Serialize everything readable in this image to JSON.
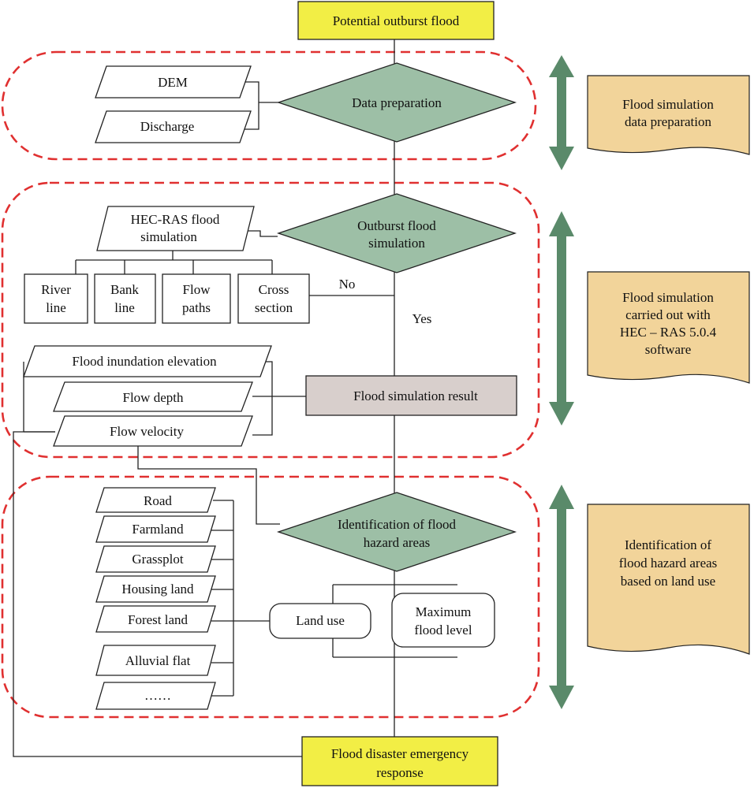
{
  "colors": {
    "terminal_fill": "#f2ee45",
    "decision_fill": "#9dbfa6",
    "result_fill": "#d8cfcc",
    "note_fill": "#f2d49a",
    "arrow_color": "#5a8a6a",
    "group_border": "#e03030"
  },
  "start": {
    "label": "Potential outburst flood"
  },
  "end": {
    "lines": [
      "Flood disaster emergency",
      "response"
    ]
  },
  "stage1": {
    "decision": {
      "lines": [
        "Data preparation"
      ]
    },
    "inputs": [
      "DEM",
      "Discharge"
    ],
    "note": {
      "lines": [
        "Flood simulation",
        "data preparation"
      ]
    }
  },
  "stage2": {
    "tool": {
      "lines": [
        "HEC-RAS flood",
        "simulation"
      ]
    },
    "decision": {
      "lines": [
        "Outburst flood",
        "simulation"
      ]
    },
    "features": [
      {
        "lines": [
          "River",
          "line"
        ]
      },
      {
        "lines": [
          "Bank",
          "line"
        ]
      },
      {
        "lines": [
          "Flow",
          "paths"
        ]
      },
      {
        "lines": [
          "Cross",
          "section"
        ]
      }
    ],
    "no_label": "No",
    "yes_label": "Yes",
    "outputs": [
      "Flood inundation elevation",
      "Flow depth",
      "Flow velocity"
    ],
    "result": {
      "label": "Flood simulation result"
    },
    "note": {
      "lines": [
        "Flood simulation",
        "carried out with",
        "HEC – RAS 5.0.4",
        "software"
      ]
    }
  },
  "stage3": {
    "decision": {
      "lines": [
        "Identification of flood",
        "hazard areas"
      ]
    },
    "land_types": [
      "Road",
      "Farmland",
      "Grassplot",
      "Housing land",
      "Forest land",
      "Alluvial flat",
      "……"
    ],
    "land_use": {
      "label": "Land use"
    },
    "max_level": {
      "lines": [
        "Maximum",
        "flood level"
      ]
    },
    "note": {
      "lines": [
        "Identification of",
        "flood  hazard areas",
        "based on land use"
      ]
    }
  }
}
